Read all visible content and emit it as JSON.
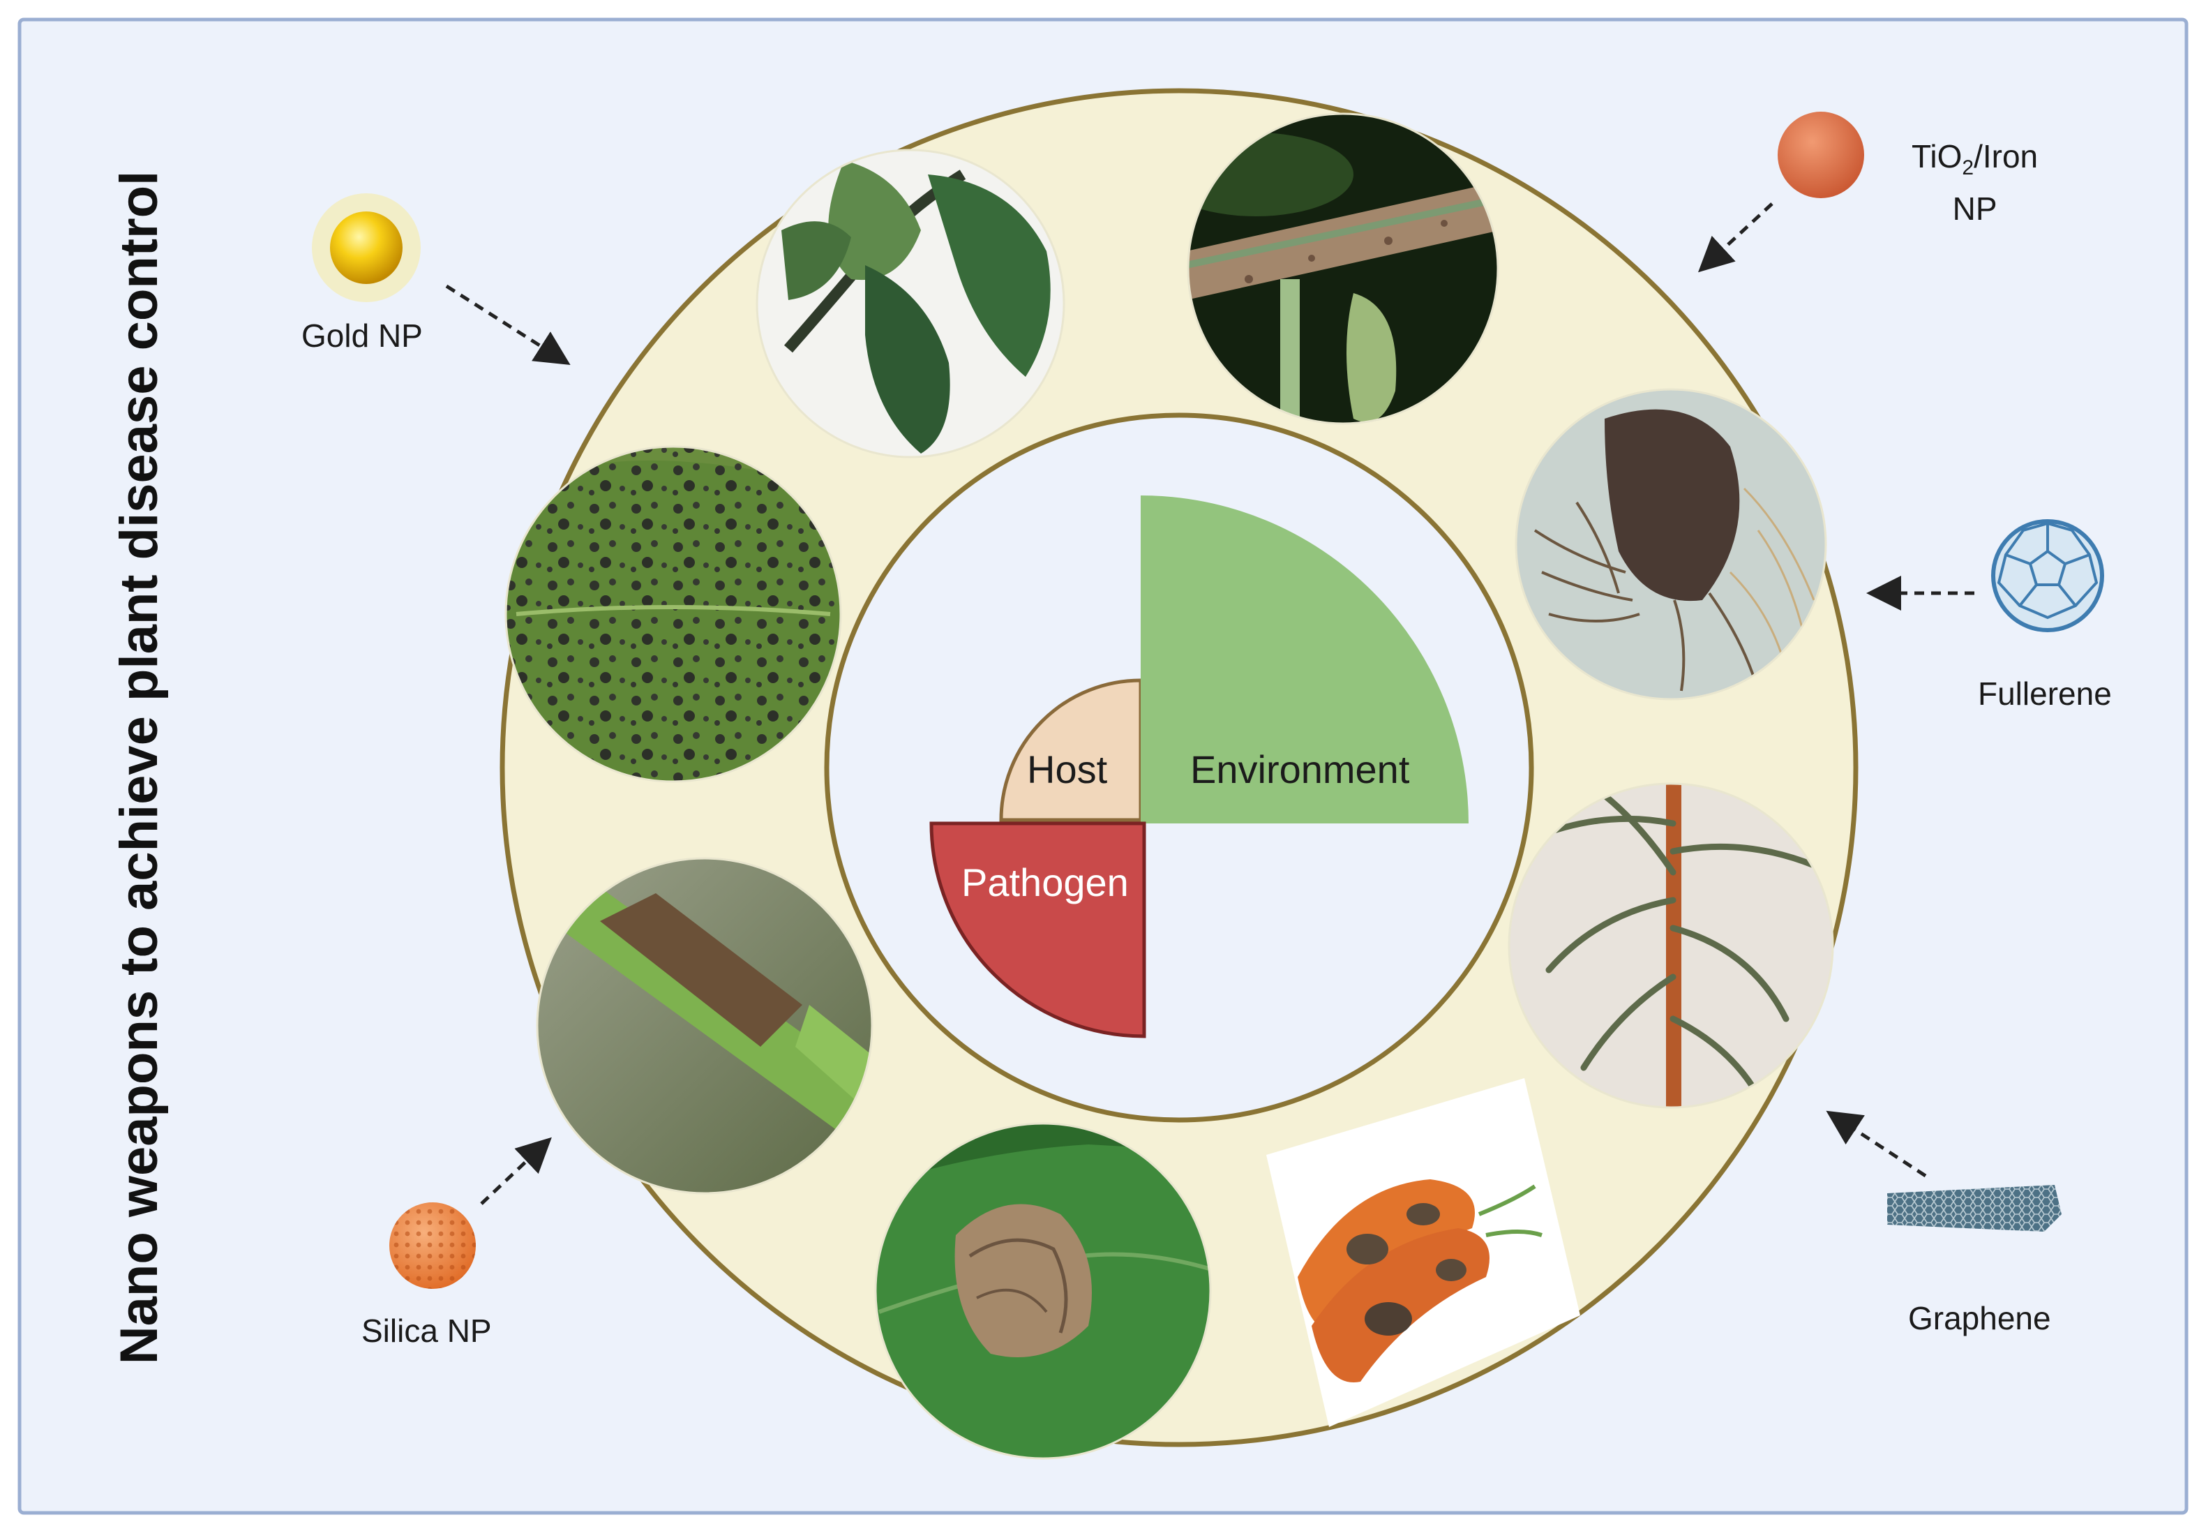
{
  "title": "Nano weapons to achieve plant disease control",
  "triangle": {
    "host": "Host",
    "environment": "Environment",
    "pathogen": "Pathogen"
  },
  "nanoparticles": {
    "gold": "Gold NP",
    "tio2_line1_a": "TiO",
    "tio2_line1_sub": "2",
    "tio2_line1_b": "/Iron",
    "tio2_line2": "NP",
    "fullerene": "Fullerene",
    "graphene": "Graphene",
    "silica": "Silica NP"
  },
  "colors": {
    "background": "#edf2fb",
    "frame": "#9aaed2",
    "ring_fill": "#f5f1d6",
    "ring_stroke": "#8a7434",
    "center_fill": "#edf2fb",
    "environment": "#93c47d",
    "host": "#f1d7bb",
    "pathogen": "#c94a4a",
    "gold_np": "#f2c200",
    "tio2_np": "#dd6f45",
    "silica_np": "#f08a45",
    "fullerene": "#3e7cb0",
    "graphene": "#4d7185"
  },
  "photos": [
    {
      "id": "wilted-leaves",
      "icon": "wilted-leaf-photo"
    },
    {
      "id": "stem-lesion",
      "icon": "stem-canker-photo"
    },
    {
      "id": "root-rot",
      "icon": "root-rot-photo"
    },
    {
      "id": "rust-stalk",
      "icon": "stalk-rust-photo"
    },
    {
      "id": "carrot-rot",
      "icon": "carrot-rot-photo"
    },
    {
      "id": "leaf-blight",
      "icon": "leaf-blight-photo"
    },
    {
      "id": "stem-blight",
      "icon": "stem-blight-photo"
    },
    {
      "id": "leaf-spot",
      "icon": "leaf-spot-photo"
    }
  ]
}
